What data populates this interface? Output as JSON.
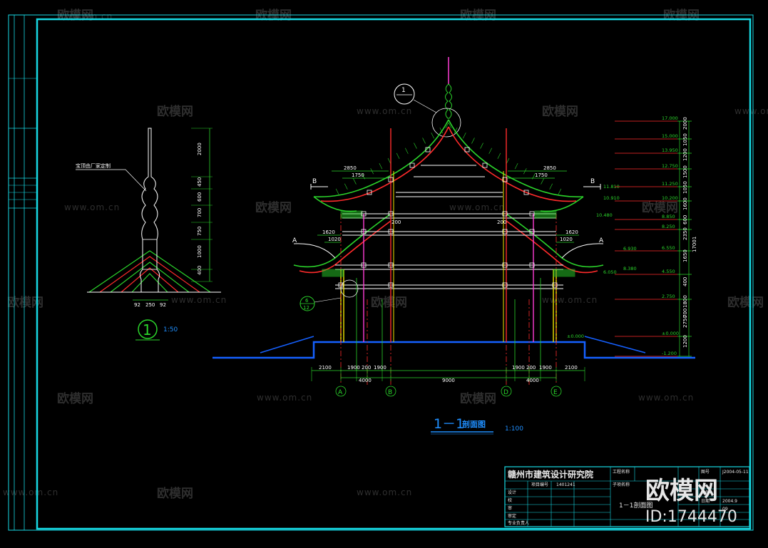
{
  "watermark": {
    "brand": "欧模网",
    "url": "www.om.cn",
    "id_text": "ID:1744470"
  },
  "detail": {
    "number": "1",
    "scale": "1:50",
    "note": "宝顶由厂家定制",
    "vertical_dims": [
      "2000",
      "450",
      "600",
      "700",
      "750",
      "1000",
      "400"
    ],
    "base_dims": [
      "92",
      "250",
      "92"
    ]
  },
  "section": {
    "title": "1－1",
    "title_suffix": "剖面图",
    "scale": "1:100",
    "callout_top": "1",
    "callout_side_top": "6",
    "callout_side_bottom": "12",
    "cut_labels": [
      "B",
      "B",
      "A",
      "A"
    ],
    "eave_dims_upper": [
      "2850",
      "1750",
      "2850",
      "1750"
    ],
    "eave_dims_lower": [
      "1620",
      "1020",
      "1620",
      "1020"
    ],
    "inner_dims": [
      "200",
      "200"
    ],
    "bottom_dims_row1": [
      "2100",
      "1900",
      "200",
      "1900",
      "1900",
      "200",
      "1900",
      "2100"
    ],
    "bottom_dims_row2": [
      "4000",
      "9000",
      "4000"
    ],
    "axes": [
      "A",
      "B",
      "D",
      "E"
    ],
    "elevations_right": [
      "17.000",
      "15.000",
      "13.950",
      "12.750",
      "11.250",
      "10.200",
      "8.850",
      "8.250",
      "6.550",
      "4.550",
      "2.750",
      "±0.000",
      "-1.200"
    ],
    "elevations_mid": [
      "11.810",
      "10.910",
      "10.480",
      "6.930",
      "6.050",
      "8.380",
      "±0.000"
    ],
    "right_dims": [
      "2000",
      "1050",
      "1200",
      "1500",
      "1050",
      "1600",
      "600",
      "2350",
      "1650",
      "400",
      "1800",
      "700",
      "2750",
      "1200"
    ],
    "total_dim": "17001"
  },
  "title_block": {
    "institute": "赣州市建筑设计研究院",
    "drawing_name": "1－1剖面图",
    "project_no": "1401241",
    "date": "2004.9",
    "drawing_no": "J2004-05-11",
    "sheet_no": "09",
    "left_rows": [
      "设计",
      "校",
      "审",
      "审定",
      "专业负责人"
    ],
    "misc": [
      "工程名称",
      "子项名称",
      "图号",
      "比例",
      "日期",
      "项目编号"
    ]
  },
  "colors": {
    "frame": "#17d9e3",
    "ridge": "#ff2b2b",
    "green": "#2bd42b",
    "blue": "#1560ff",
    "yellow": "#f2e600",
    "magenta": "#ff3dd5",
    "white": "#ffffff"
  }
}
